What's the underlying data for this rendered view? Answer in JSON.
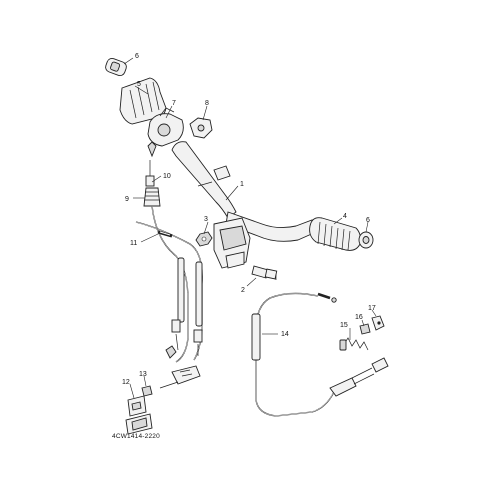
{
  "diagram_code": "4CW1414-2220",
  "callouts": {
    "c1": "1",
    "c2": "2",
    "c3": "3",
    "c4": "4",
    "c5": "5",
    "c6a": "6",
    "c6b": "6",
    "c7": "7",
    "c8": "8",
    "c9": "9",
    "c10": "10",
    "c11": "11",
    "c12": "12",
    "c13": "13",
    "c14": "14",
    "c15": "15",
    "c16": "16",
    "c17": "17"
  },
  "colors": {
    "line": "#222222",
    "fill": "#f2f2f2",
    "background": "#ffffff"
  }
}
